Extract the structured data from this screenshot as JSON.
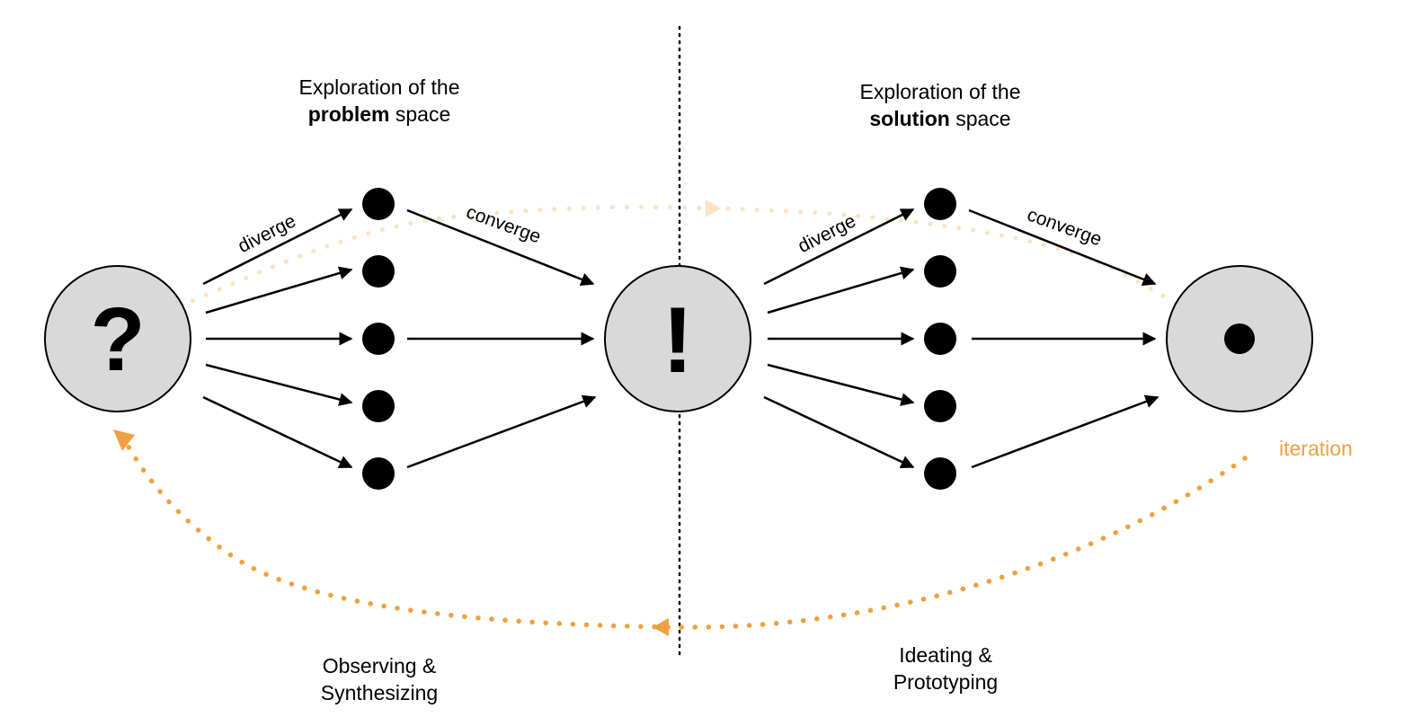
{
  "problem_header": {
    "line1": "Exploration of the",
    "bold": "problem",
    "rest": "space"
  },
  "solution_header": {
    "line1": "Exploration of the",
    "bold": "solution",
    "rest": "space"
  },
  "left_phase": {
    "line1": "Observing &",
    "line2": "Synthesizing"
  },
  "right_phase": {
    "line1": "Ideating &",
    "line2": "Prototyping"
  },
  "iteration_label": "iteration",
  "left_diverge": "diverge",
  "left_converge": "converge",
  "right_diverge": "diverge",
  "right_converge": "converge",
  "start_node_symbol": "?",
  "middle_node_symbol": "!",
  "colors": {
    "node_fill": "#d9d9d9",
    "iteration": "#f0a040",
    "ink": "#000000"
  }
}
